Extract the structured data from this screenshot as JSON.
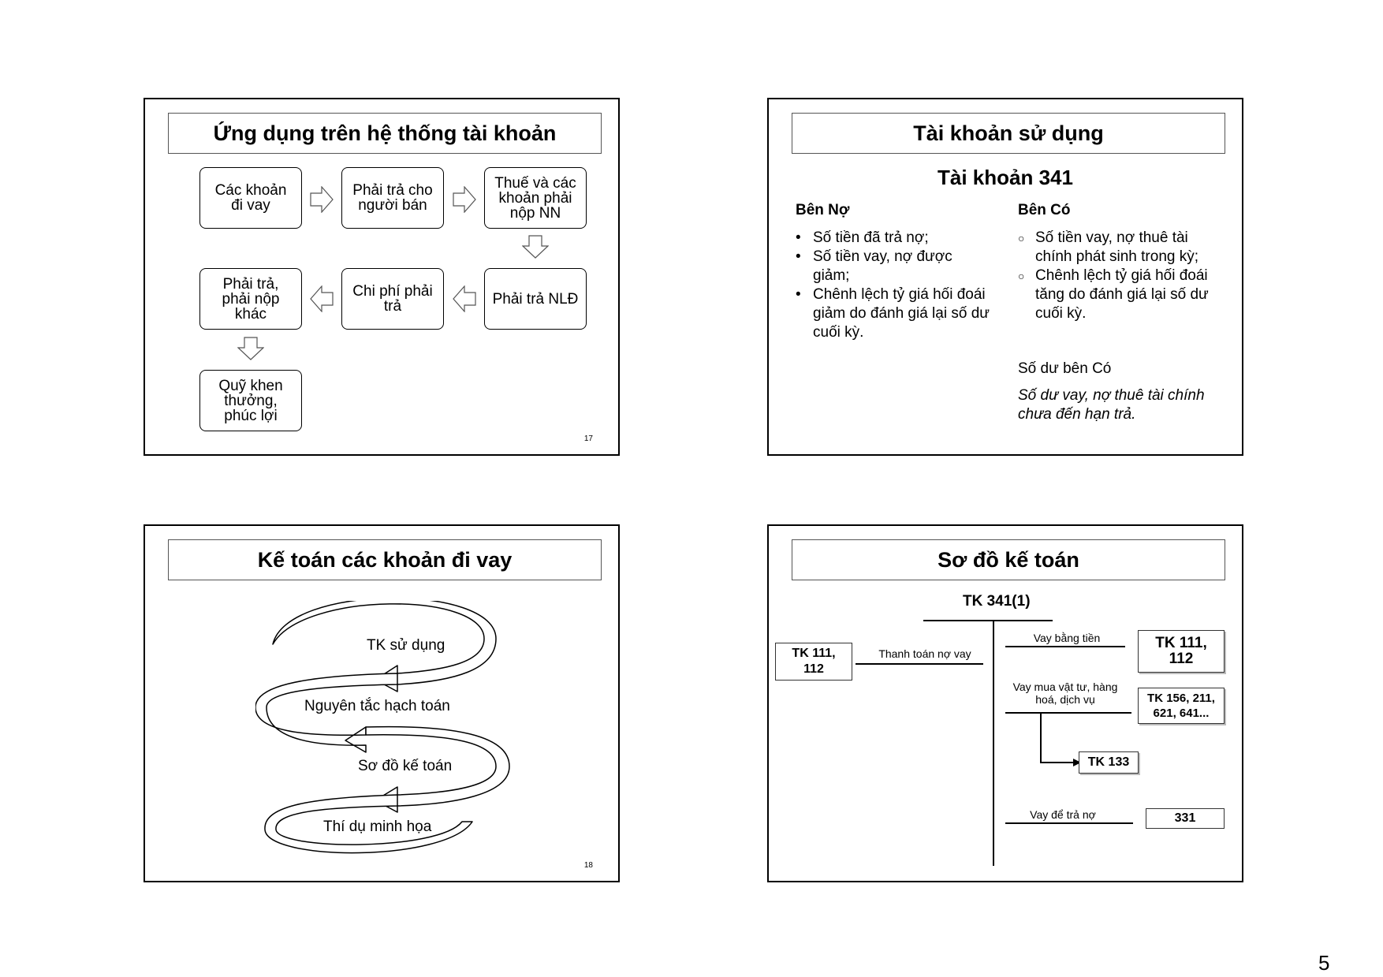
{
  "slide17": {
    "title": "Ứng dụng trên hệ thống tài khoản",
    "boxes": [
      "Các khoản đi vay",
      "Phải trả cho người bán",
      "Thuế và các khoản phải nộp NN",
      "Phải trả NLĐ",
      "Chi phí phải trả",
      "Phải trả, phải nộp khác",
      "Quỹ khen thưởng, phúc lợi"
    ],
    "number": "17"
  },
  "slide_tk": {
    "title": "Tài khoản sử dụng",
    "subtitle": "Tài khoản 341",
    "ben_no": {
      "heading": "Bên Nợ",
      "items": [
        "Số tiền đã trả nợ;",
        "Số tiền vay, nợ được giảm;",
        "Chênh lệch tỷ giá hối đoái giảm do đánh giá lại số dư cuối kỳ."
      ]
    },
    "ben_co": {
      "heading": "Bên Có",
      "items": [
        "Số tiền vay, nợ thuê tài chính phát sinh trong kỳ;",
        "Chênh lệch tỷ giá hối đoái tăng do đánh giá lại số dư cuối kỳ."
      ]
    },
    "so_du_label": "Số dư bên Có",
    "so_du_text": "Số dư vay, nợ thuê tài chính chưa đến hạn trả."
  },
  "slide18": {
    "title": "Kế toán các khoản đi vay",
    "cycle": [
      "TK sử dụng",
      "Nguyên tắc hạch toán",
      "Sơ đồ kế toán",
      "Thí dụ minh họa"
    ],
    "number": "18"
  },
  "slide_sodo": {
    "title": "Sơ đồ kế toán",
    "account": "TK 341(1)",
    "left_account": "TK 111, 112",
    "left_label": "Thanh toán nợ vay",
    "right_rows": [
      {
        "label": "Vay bằng tiền",
        "account": "TK 111, 112"
      },
      {
        "label": "Vay mua vật tư, hàng hoá, dịch vụ",
        "account": "TK 156, 211, 621, 641..."
      },
      {
        "label": "",
        "account": "TK 133"
      },
      {
        "label": "Vay để trả nợ",
        "account": "331"
      }
    ]
  },
  "page_number": "5"
}
